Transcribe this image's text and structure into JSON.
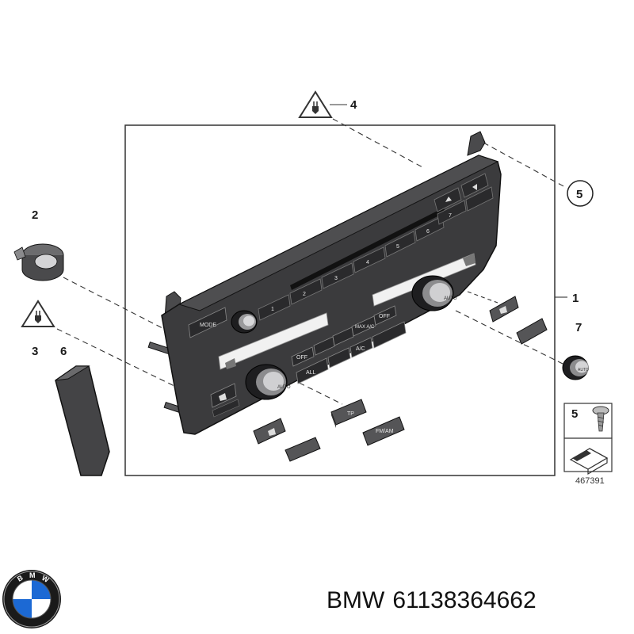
{
  "callouts": {
    "c1": "1",
    "c2": "2",
    "c3": "3",
    "c4": "4",
    "c5": "5",
    "c6": "6",
    "c7": "7",
    "legend_num": "5"
  },
  "buttons": {
    "mode": "MODE",
    "n1": "1",
    "n2": "2",
    "n3": "3",
    "n4": "4",
    "n5": "5",
    "n6": "6",
    "n7": "7",
    "max_ac": "MAX A/C",
    "off_left": "OFF",
    "off_right": "OFF",
    "ac": "A/C",
    "all": "ALL",
    "auto_left": "AUTO",
    "auto_right": "AUTO",
    "auto_knob": "AUTO",
    "tp": "TP",
    "fm_am": "FM/AM"
  },
  "diagram_ref": "467391",
  "caption": {
    "brand": "BMW",
    "part_number": "61138364662"
  },
  "colors": {
    "panel": "#3b3b3d",
    "panel_dark": "#2a2a2c",
    "display": "#f1f1f1",
    "line": "#222222"
  }
}
